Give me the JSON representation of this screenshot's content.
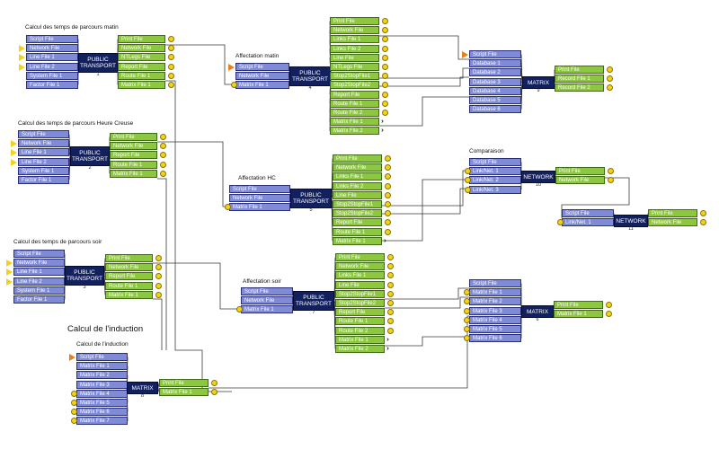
{
  "groups": [
    {
      "title": "Calcul des temps de parcours matin",
      "inputs": [
        "Script File",
        "Network File",
        "Line File 1",
        "Line File 2",
        "System File 1",
        "Factor File 1"
      ],
      "proc": [
        "PUBLIC",
        "TRANSPORT",
        "1"
      ],
      "outputs": [
        "Print File",
        "Network File",
        "NTLegs File",
        "Report File",
        "Route File 1",
        "Matrix File 1"
      ]
    },
    {
      "title": "Calcul des temps de parcours Heure Creuse",
      "inputs": [
        "Script File",
        "Network File",
        "Line File 1",
        "Line File 2",
        "System File 1",
        "Factor File 1"
      ],
      "proc": [
        "PUBLIC",
        "TRANSPORT",
        "2"
      ],
      "outputs": [
        "Print File",
        "Network File",
        "Report File",
        "Route File 1",
        "Matrix File 1"
      ]
    },
    {
      "title": "Calcul des temps de parcours soir",
      "inputs": [
        "Script File",
        "Network File",
        "Line File 1",
        "Line File 2",
        "System File 1",
        "Factor File 1"
      ],
      "proc": [
        "PUBLIC",
        "TRANSPORT",
        "3"
      ],
      "outputs": [
        "Print File",
        "Network File",
        "Report File",
        "Route File 1",
        "Matrix File 1"
      ]
    },
    {
      "title": "Affectation matin",
      "inputs": [
        "Script File",
        "Network File",
        "Matrix File 1"
      ],
      "proc": [
        "PUBLIC",
        "TRANSPORT",
        "4"
      ],
      "outputs": [
        "Print File",
        "Network File",
        "Links File 1",
        "Links File 2",
        "Line File",
        "NTLegs File",
        "Stop2StopFile1",
        "Stop2StopFile2",
        "Report File",
        "Route File 1",
        "Route File 2",
        "Matrix File 1",
        "Matrix File 2"
      ]
    },
    {
      "title": "Affectation HC",
      "inputs": [
        "Script File",
        "Network File",
        "Matrix File 1"
      ],
      "proc": [
        "PUBLIC",
        "TRANSPORT",
        "5"
      ],
      "outputs": [
        "Print File",
        "Network File",
        "Links File 1",
        "Links File 2",
        "Line File",
        "Stop2StopFile1",
        "Stop2StopFile2",
        "Report File",
        "Route File 1",
        "Matrix File 1"
      ]
    },
    {
      "title": "Affectation soir",
      "inputs": [
        "Script File",
        "Network File",
        "Matrix File 1"
      ],
      "proc": [
        "PUBLIC",
        "TRANSPORT",
        "7"
      ],
      "outputs": [
        "Print File",
        "Network File",
        "Links File 1",
        "Line File",
        "Stop2StopFile1",
        "Stop2StopFile2",
        "Report File",
        "Route File 1",
        "Route File 2",
        "Matrix File 1",
        "Matrix File 2"
      ]
    },
    {
      "title": "Calcul de l'induction",
      "inputs": [
        "Script File",
        "Matrix File 1",
        "Matrix File 2",
        "Matrix File 3",
        "Matrix File 4",
        "Matrix File 5",
        "Matrix File 6",
        "Matrix File 7"
      ],
      "proc": [
        "MATRIX",
        "8"
      ],
      "outputs": [
        "Print File",
        "Matrix File 1"
      ]
    },
    {
      "title": "",
      "inputs": [
        "Script File",
        "Database 1",
        "Database 2",
        "Database 3",
        "Database 4",
        "Database 5",
        "Database 6"
      ],
      "proc": [
        "MATRIX",
        "9"
      ],
      "outputs": [
        "Print File",
        "Record File 1",
        "Record File 2"
      ]
    },
    {
      "title": "Comparaison",
      "inputs": [
        "Script File",
        "Link/Net. 1",
        "Link/Net. 2",
        "Link/Net. 3"
      ],
      "proc": [
        "NETWORK",
        "10"
      ],
      "outputs": [
        "Print File",
        "Network File"
      ]
    },
    {
      "title": "",
      "inputs": [
        "Script File",
        "Link/Net. 1"
      ],
      "proc": [
        "NETWORK",
        "11"
      ],
      "outputs": [
        "Print File",
        "Network File"
      ]
    },
    {
      "title": "",
      "inputs": [
        "Script File",
        "Matrix File 1",
        "Matrix File 2",
        "Matrix File 3",
        "Matrix File 4",
        "Matrix File 5",
        "Matrix File 6"
      ],
      "proc": [
        "MATRIX",
        "6"
      ],
      "outputs": [
        "Print File",
        "Matrix File 1"
      ]
    }
  ],
  "floating_label": "Calcul de l'induction",
  "colors": {
    "input": "#7f8bd6",
    "output": "#8dc63f",
    "process": "#13205e",
    "dot": "#f2d21a",
    "wire": "#333333"
  }
}
